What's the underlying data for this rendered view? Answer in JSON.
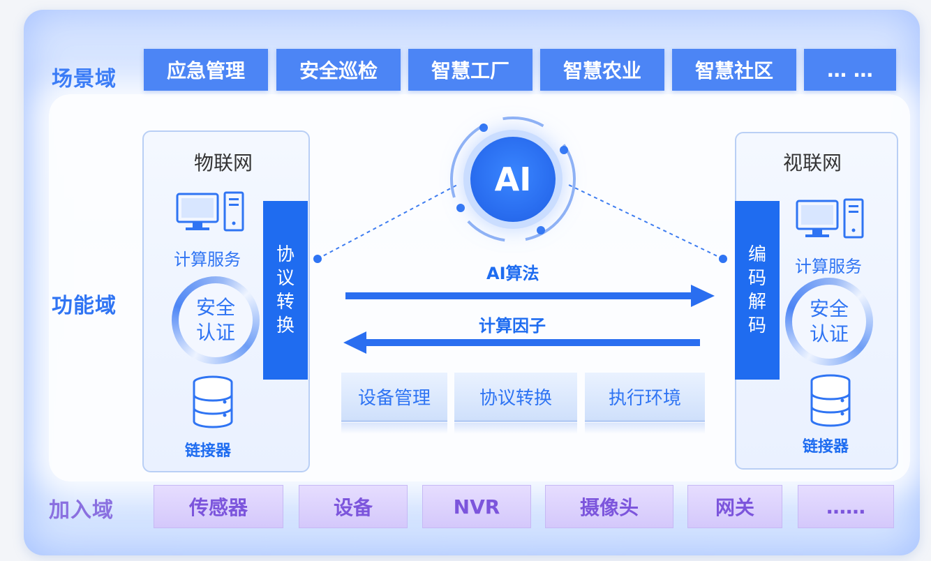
{
  "domains": {
    "scene": "场景域",
    "function": "功能域",
    "access": "加入域"
  },
  "scenes": [
    "应急管理",
    "安全巡检",
    "智慧工厂",
    "智慧农业",
    "智慧社区",
    "… …"
  ],
  "left_panel": {
    "title": "物联网",
    "compute": "计算服务",
    "auth_line1": "安全",
    "auth_line2": "认证",
    "connector": "链接器",
    "bar": [
      "协",
      "议",
      "转",
      "换"
    ]
  },
  "right_panel": {
    "title": "视联网",
    "compute": "计算服务",
    "auth_line1": "安全",
    "auth_line2": "认证",
    "connector": "链接器",
    "bar": [
      "编",
      "码",
      "解",
      "码"
    ]
  },
  "center": {
    "ai": "AI",
    "arrow_right_label": "AI算法",
    "arrow_left_label": "计算因子",
    "functions": [
      "设备管理",
      "协议转换",
      "执行环境"
    ]
  },
  "access_items": [
    "传感器",
    "设备",
    "NVR",
    "摄像头",
    "网关",
    "……"
  ],
  "colors": {
    "primary": "#1f6cf0",
    "scene_button": "#4c85f5",
    "access_text": "#7c55dc"
  }
}
